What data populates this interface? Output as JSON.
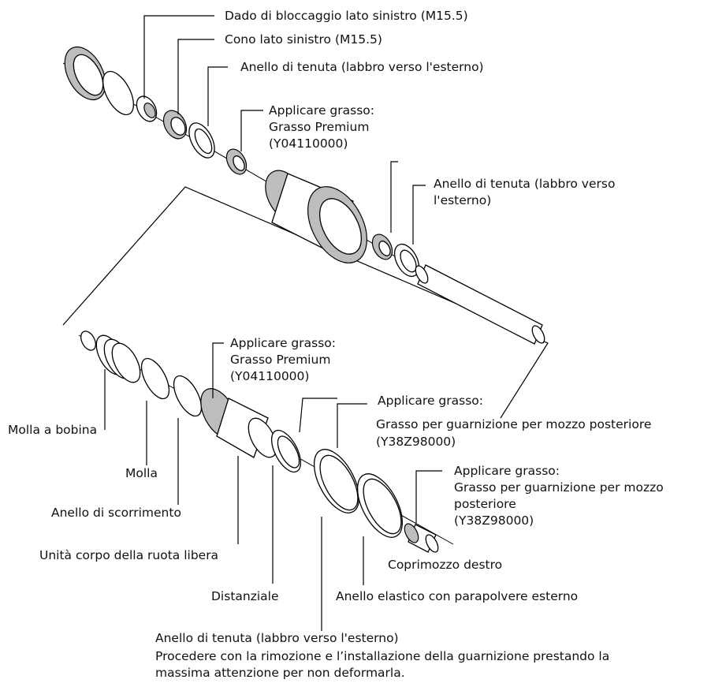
{
  "labels": {
    "lock_nut_left": "Dado di bloccaggio lato sinistro (M15.5)",
    "cone_left": "Cono lato sinistro (M15.5)",
    "seal_ring_top": "Anello di tenuta (labbro verso l'esterno)",
    "grease_top": "Applicare grasso:\nGrasso Premium\n(Y04110000)",
    "seal_ring_right": "Anello di tenuta (labbro verso\nl'esterno)",
    "grease_freehub": "Applicare grasso:\nGrasso Premium\n(Y04110000)",
    "grease_seal_hub_line1": "Applicare grasso:",
    "grease_seal_hub_line2": "Grasso per guarnizione per mozzo posteriore",
    "grease_seal_hub_line3": "(Y38Z98000)",
    "grease_cap": "Applicare grasso:\nGrasso per guarnizione per mozzo\nposteriore\n(Y38Z98000)",
    "coil_spring": "Molla a bobina",
    "spring": "Molla",
    "slide_ring": "Anello di scorrimento",
    "freehub_body": "Unità corpo della ruota libera",
    "spacer": "Distanziale",
    "right_cap": "Coprimozzo destro",
    "snap_ring": "Anello elastico con parapolvere esterno",
    "seal_ring_bottom": "Anello di tenuta (labbro verso l'esterno)",
    "note": "Procedere con la rimozione e l’installazione della guarnizione prestando la\nmassima attenzione per non deformarla."
  }
}
